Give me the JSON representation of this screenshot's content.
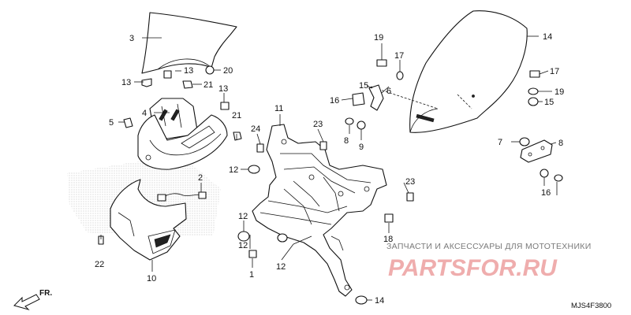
{
  "callouts": [
    {
      "id": "c3",
      "text": "3"
    },
    {
      "id": "c13a",
      "text": "13"
    },
    {
      "id": "c20",
      "text": "20"
    },
    {
      "id": "c13b",
      "text": "13"
    },
    {
      "id": "c21a",
      "text": "21"
    },
    {
      "id": "c13c",
      "text": "13"
    },
    {
      "id": "c4",
      "text": "4"
    },
    {
      "id": "c5",
      "text": "5"
    },
    {
      "id": "c21b",
      "text": "21"
    },
    {
      "id": "c2",
      "text": "2"
    },
    {
      "id": "c22",
      "text": "22"
    },
    {
      "id": "c10",
      "text": "10"
    },
    {
      "id": "c24",
      "text": "24"
    },
    {
      "id": "c11",
      "text": "11"
    },
    {
      "id": "c23a",
      "text": "23"
    },
    {
      "id": "c12a",
      "text": "12"
    },
    {
      "id": "c12b",
      "text": "12"
    },
    {
      "id": "c12c",
      "text": "12"
    },
    {
      "id": "c1",
      "text": "1"
    },
    {
      "id": "c12d",
      "text": "12"
    },
    {
      "id": "c23b",
      "text": "23"
    },
    {
      "id": "c18",
      "text": "18"
    },
    {
      "id": "c14a",
      "text": "14"
    },
    {
      "id": "c19a",
      "text": "19"
    },
    {
      "id": "c17a",
      "text": "17"
    },
    {
      "id": "c6",
      "text": "6"
    },
    {
      "id": "c15a",
      "text": "15"
    },
    {
      "id": "c16a",
      "text": "16"
    },
    {
      "id": "c8a",
      "text": "8"
    },
    {
      "id": "c9",
      "text": "9"
    },
    {
      "id": "c14b",
      "text": "14"
    },
    {
      "id": "c17b",
      "text": "17"
    },
    {
      "id": "c19b",
      "text": "19"
    },
    {
      "id": "c15b",
      "text": "15"
    },
    {
      "id": "c7",
      "text": "7"
    },
    {
      "id": "c8b",
      "text": "8"
    },
    {
      "id": "c16b",
      "text": "16"
    }
  ],
  "watermark": {
    "tagline": "ЗАПЧАСТИ И АКСЕССУАРЫ ДЛЯ МОТОТЕХНИКИ",
    "logo": "PARTSFOR.RU"
  },
  "direction_label": "FR.",
  "diagram_code": "MJS4F3800"
}
